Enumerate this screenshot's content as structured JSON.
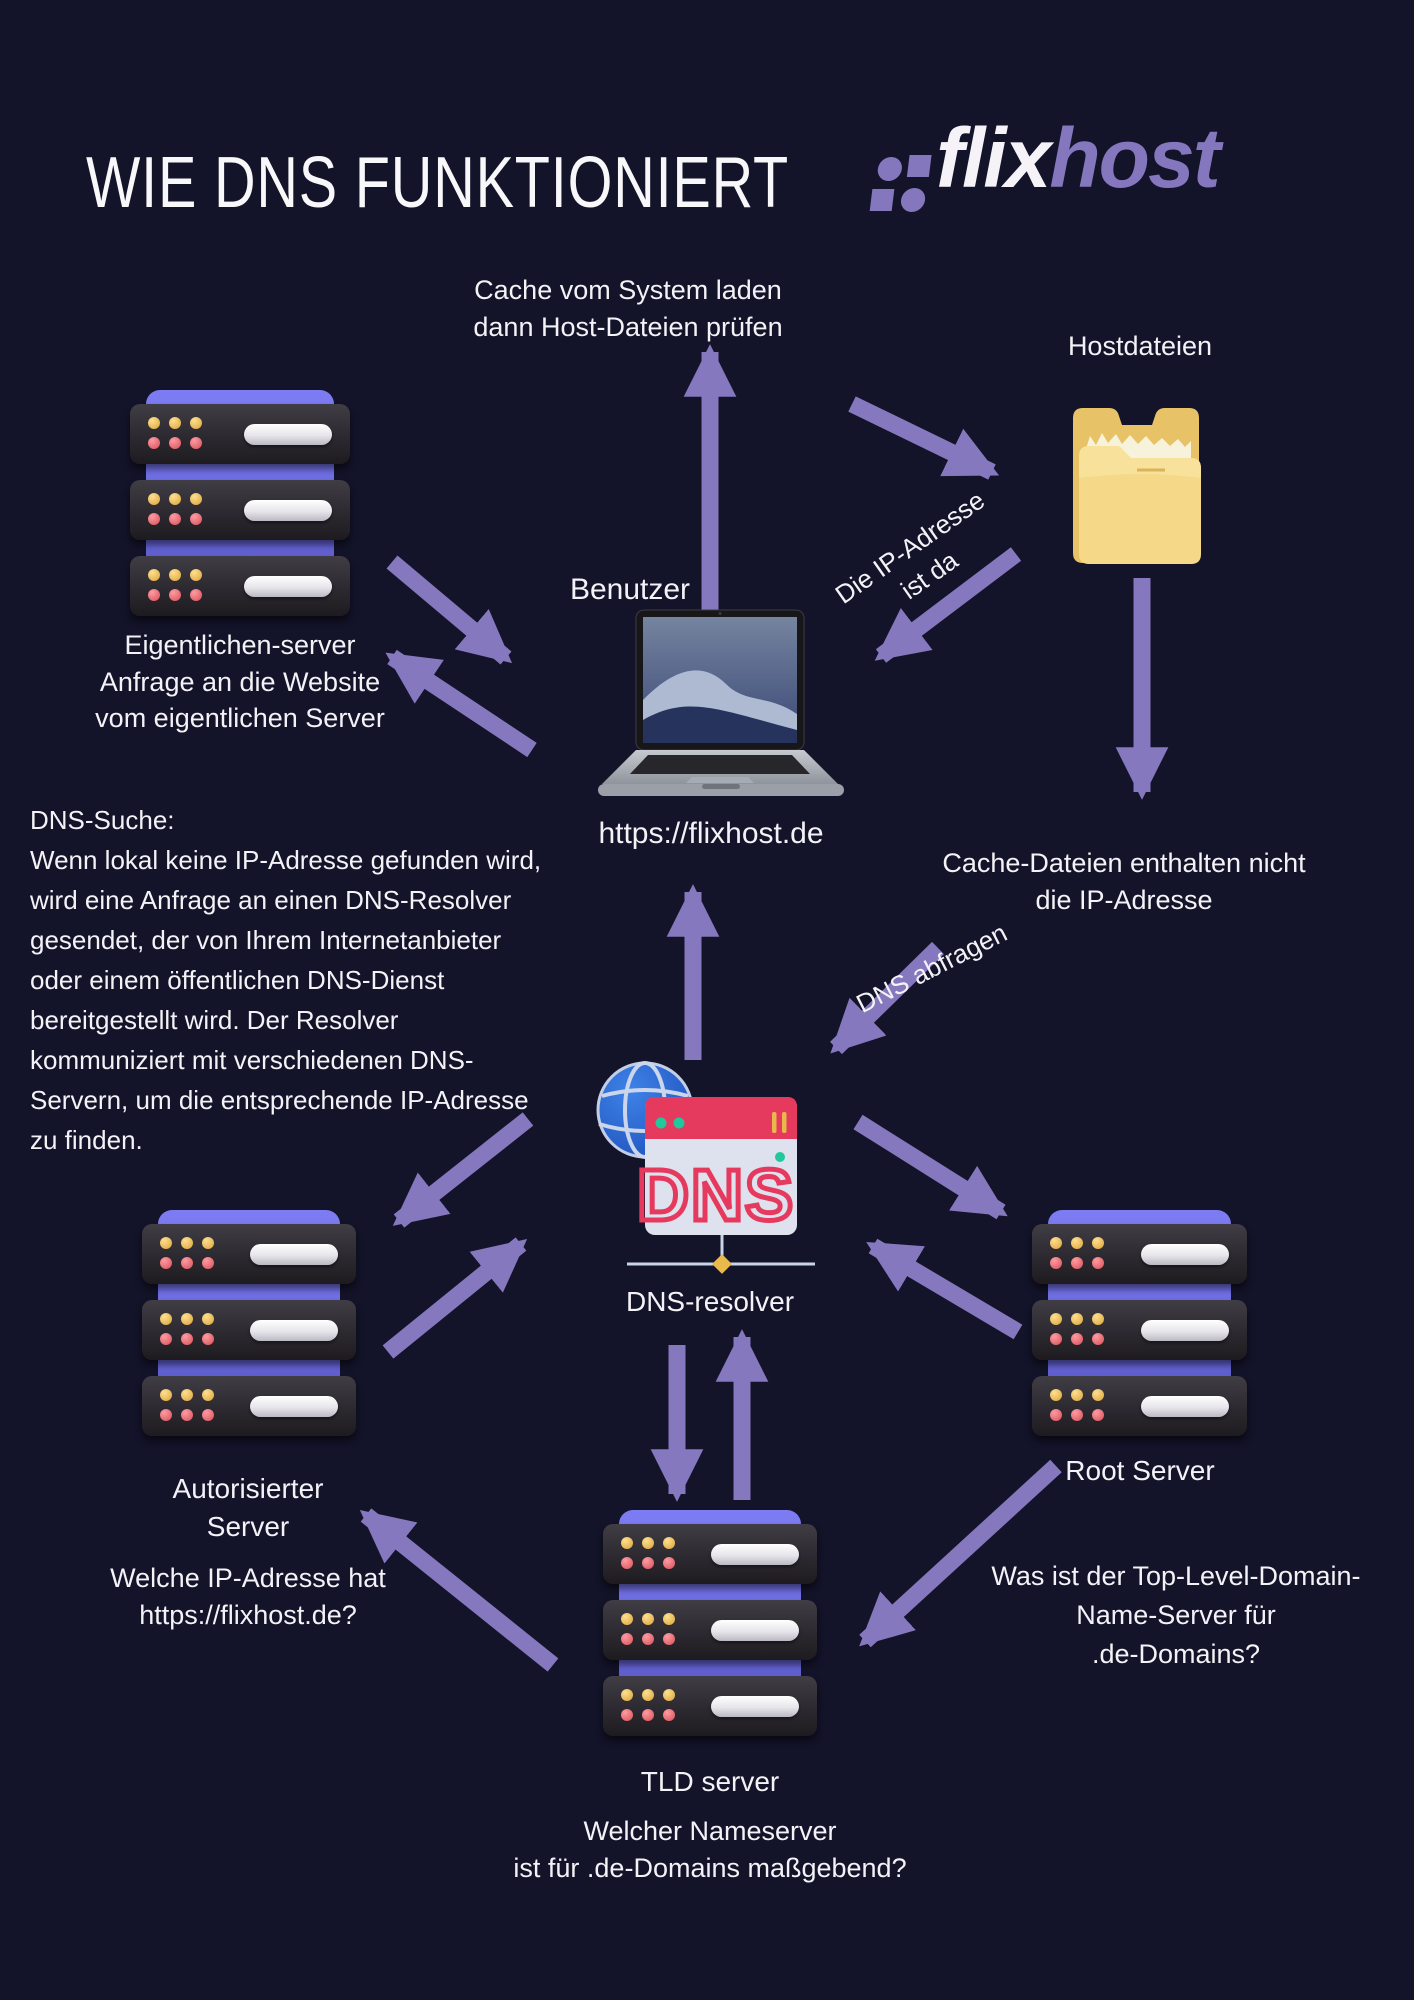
{
  "colors": {
    "background": "#131329",
    "arrow": "#8678BE",
    "logo_purple": "#8577BE",
    "server_backdrop": "#6F6EE2",
    "folder_yellow": "#F2D07E",
    "dns_red": "#E5395E",
    "teal": "#20C997",
    "diamond_yellow": "#E9B94C"
  },
  "header": {
    "title": "WIE DNS FUNKTIONIERT",
    "logo_flix": "flix",
    "logo_host": "host"
  },
  "top_flow": {
    "cache_note_line1": "Cache vom System laden",
    "cache_note_line2": "dann Host-Dateien prüfen",
    "hostfiles_label": "Hostdateien",
    "user_label": "Benutzer",
    "user_url": "https://flixhost.de",
    "ip_found_line1": "Die IP-Adresse",
    "ip_found_line2": "ist da",
    "cache_miss_line1": "Cache-Dateien enthalten nicht",
    "cache_miss_line2": "die IP-Adresse",
    "dns_query_label": "DNS abfragen"
  },
  "origin_server": {
    "line1": "Eigentlichen-server",
    "line2": "Anfrage an die Website",
    "line3": "vom eigentlichen Server"
  },
  "dns_search": {
    "heading": "DNS-Suche:",
    "lines": [
      "Wenn lokal keine IP-Adresse gefunden wird,",
      "wird eine Anfrage an einen DNS-Resolver",
      "gesendet, der von Ihrem Internetanbieter",
      "oder einem öffentlichen DNS-Dienst",
      "bereitgestellt wird. Der Resolver",
      "kommuniziert mit verschiedenen DNS-",
      "Servern, um die entsprechende IP-Adresse",
      "zu finden."
    ]
  },
  "resolver": {
    "label": "DNS-resolver",
    "window_text": "DNS"
  },
  "auth_server": {
    "name_line1": "Autorisierter",
    "name_line2": "Server",
    "question_line1": "Welche IP-Adresse hat",
    "question_line2": "https://flixhost.de?"
  },
  "tld_server": {
    "label": "TLD server",
    "question_line1": "Welcher Nameserver",
    "question_line2": "ist für .de-Domains maßgebend?"
  },
  "root_server": {
    "label": "Root Server",
    "question_line1": "Was ist der Top-Level-Domain-",
    "question_line2": "Name-Server für",
    "question_line3": ".de-Domains?"
  }
}
